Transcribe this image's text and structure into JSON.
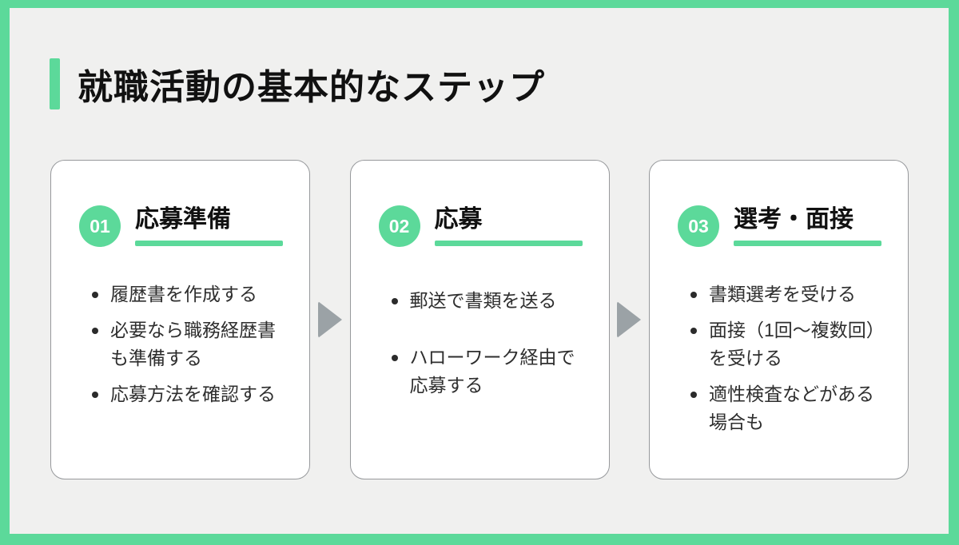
{
  "colors": {
    "accent_green": "#5CD99A",
    "page_background": "#F0F0EF",
    "card_background": "#FFFFFF",
    "card_border": "#97999C",
    "arrow_gray": "#9BA2A6",
    "heading_text": "#111111",
    "body_text": "#2E2E2E",
    "badge_text": "#FFFFFF"
  },
  "header": {
    "title": "就職活動の基本的なステップ"
  },
  "steps": [
    {
      "number": "01",
      "title": "応募準備",
      "bullets": [
        "履歴書を作成する",
        "必要なら職務経歴書も準備する",
        "応募方法を確認する"
      ]
    },
    {
      "number": "02",
      "title": "応募",
      "bullets": [
        "郵送で書類を送る",
        "ハローワーク経由で応募する"
      ]
    },
    {
      "number": "03",
      "title": "選考・面接",
      "bullets": [
        "書類選考を受ける",
        "面接（1回〜複数回）を受ける",
        "適性検査などがある場合も"
      ]
    }
  ],
  "arrows": [
    {
      "icon": "arrow-right-icon",
      "direction": "right"
    },
    {
      "icon": "arrow-right-icon",
      "direction": "right"
    }
  ]
}
